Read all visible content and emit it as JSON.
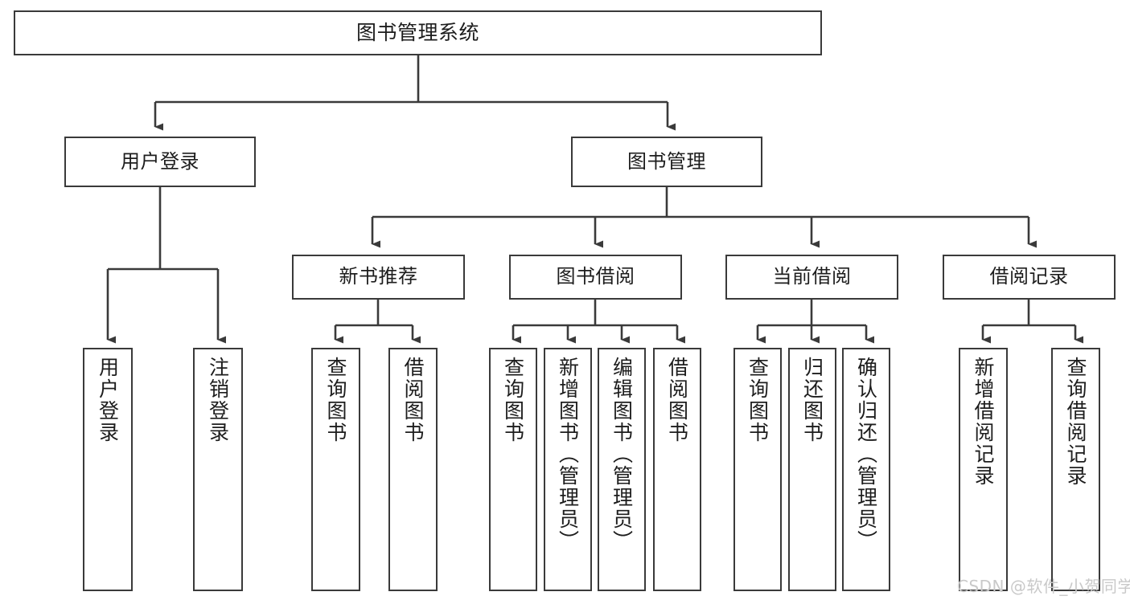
{
  "diagram": {
    "title": "图书管理系统",
    "type": "tree-hierarchy",
    "root": {
      "id": "root",
      "label": "图书管理系统"
    },
    "level2": [
      {
        "id": "user-login",
        "label": "用户登录"
      },
      {
        "id": "book-manage",
        "label": "图书管理"
      }
    ],
    "level3": [
      {
        "id": "new-book-recommend",
        "label": "新书推荐",
        "parent": "book-manage"
      },
      {
        "id": "book-borrow",
        "label": "图书借阅",
        "parent": "book-manage"
      },
      {
        "id": "current-borrow",
        "label": "当前借阅",
        "parent": "book-manage"
      },
      {
        "id": "borrow-record",
        "label": "借阅记录",
        "parent": "book-manage"
      }
    ],
    "leaves": {
      "user_login": [
        {
          "id": "leaf-user-login",
          "label": "用户登录"
        },
        {
          "id": "leaf-user-logout",
          "label": "注销登录"
        }
      ],
      "new_book_recommend": [
        {
          "id": "leaf-query-book-1",
          "label": "查询图书"
        },
        {
          "id": "leaf-borrow-book-1",
          "label": "借阅图书"
        }
      ],
      "book_borrow": [
        {
          "id": "leaf-query-book-2",
          "label": "查询图书"
        },
        {
          "id": "leaf-add-book",
          "label": "新增图书（管理员）"
        },
        {
          "id": "leaf-edit-book",
          "label": "编辑图书（管理员）"
        },
        {
          "id": "leaf-borrow-book-2",
          "label": "借阅图书"
        }
      ],
      "current_borrow": [
        {
          "id": "leaf-query-book-3",
          "label": "查询图书"
        },
        {
          "id": "leaf-return-book",
          "label": "归还图书"
        },
        {
          "id": "leaf-confirm-return",
          "label": "确认归还（管理员）"
        }
      ],
      "borrow_record": [
        {
          "id": "leaf-add-record",
          "label": "新增借阅记录"
        },
        {
          "id": "leaf-query-record",
          "label": "查询借阅记录"
        }
      ]
    },
    "colors": {
      "node_border": "#3a3a3a",
      "node_fill": "#ffffff",
      "edge": "#3a3a3a",
      "text": "#1d1d1d",
      "watermark": "#c9c9c9",
      "background": "#ffffff"
    }
  },
  "watermark": {
    "text": "CSDN @软件_小贺同学"
  }
}
